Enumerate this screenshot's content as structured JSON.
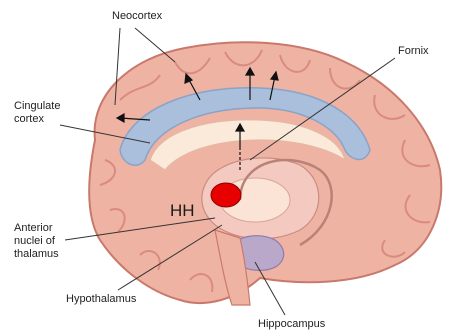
{
  "labels": {
    "neocortex": "Neocortex",
    "fornix": "Fornix",
    "cingulate_cortex": "Cingulate\ncortex",
    "anterior_nuclei": "Anterior\nnuclei of\nthalamus",
    "hypothalamus": "Hypothalamus",
    "hippocampus": "Hippocampus",
    "hh_marker": "HH"
  },
  "colors": {
    "cortex": "#efb3a4",
    "cortex_shadow": "#d98b7f",
    "cingulate": "#a9bfdc",
    "white_matter": "#fbe9da",
    "deep_structures": "#f4c9c0",
    "hippocampus": "#b9a8c9",
    "marker": "#e60000",
    "leader_lines": "#333333"
  }
}
